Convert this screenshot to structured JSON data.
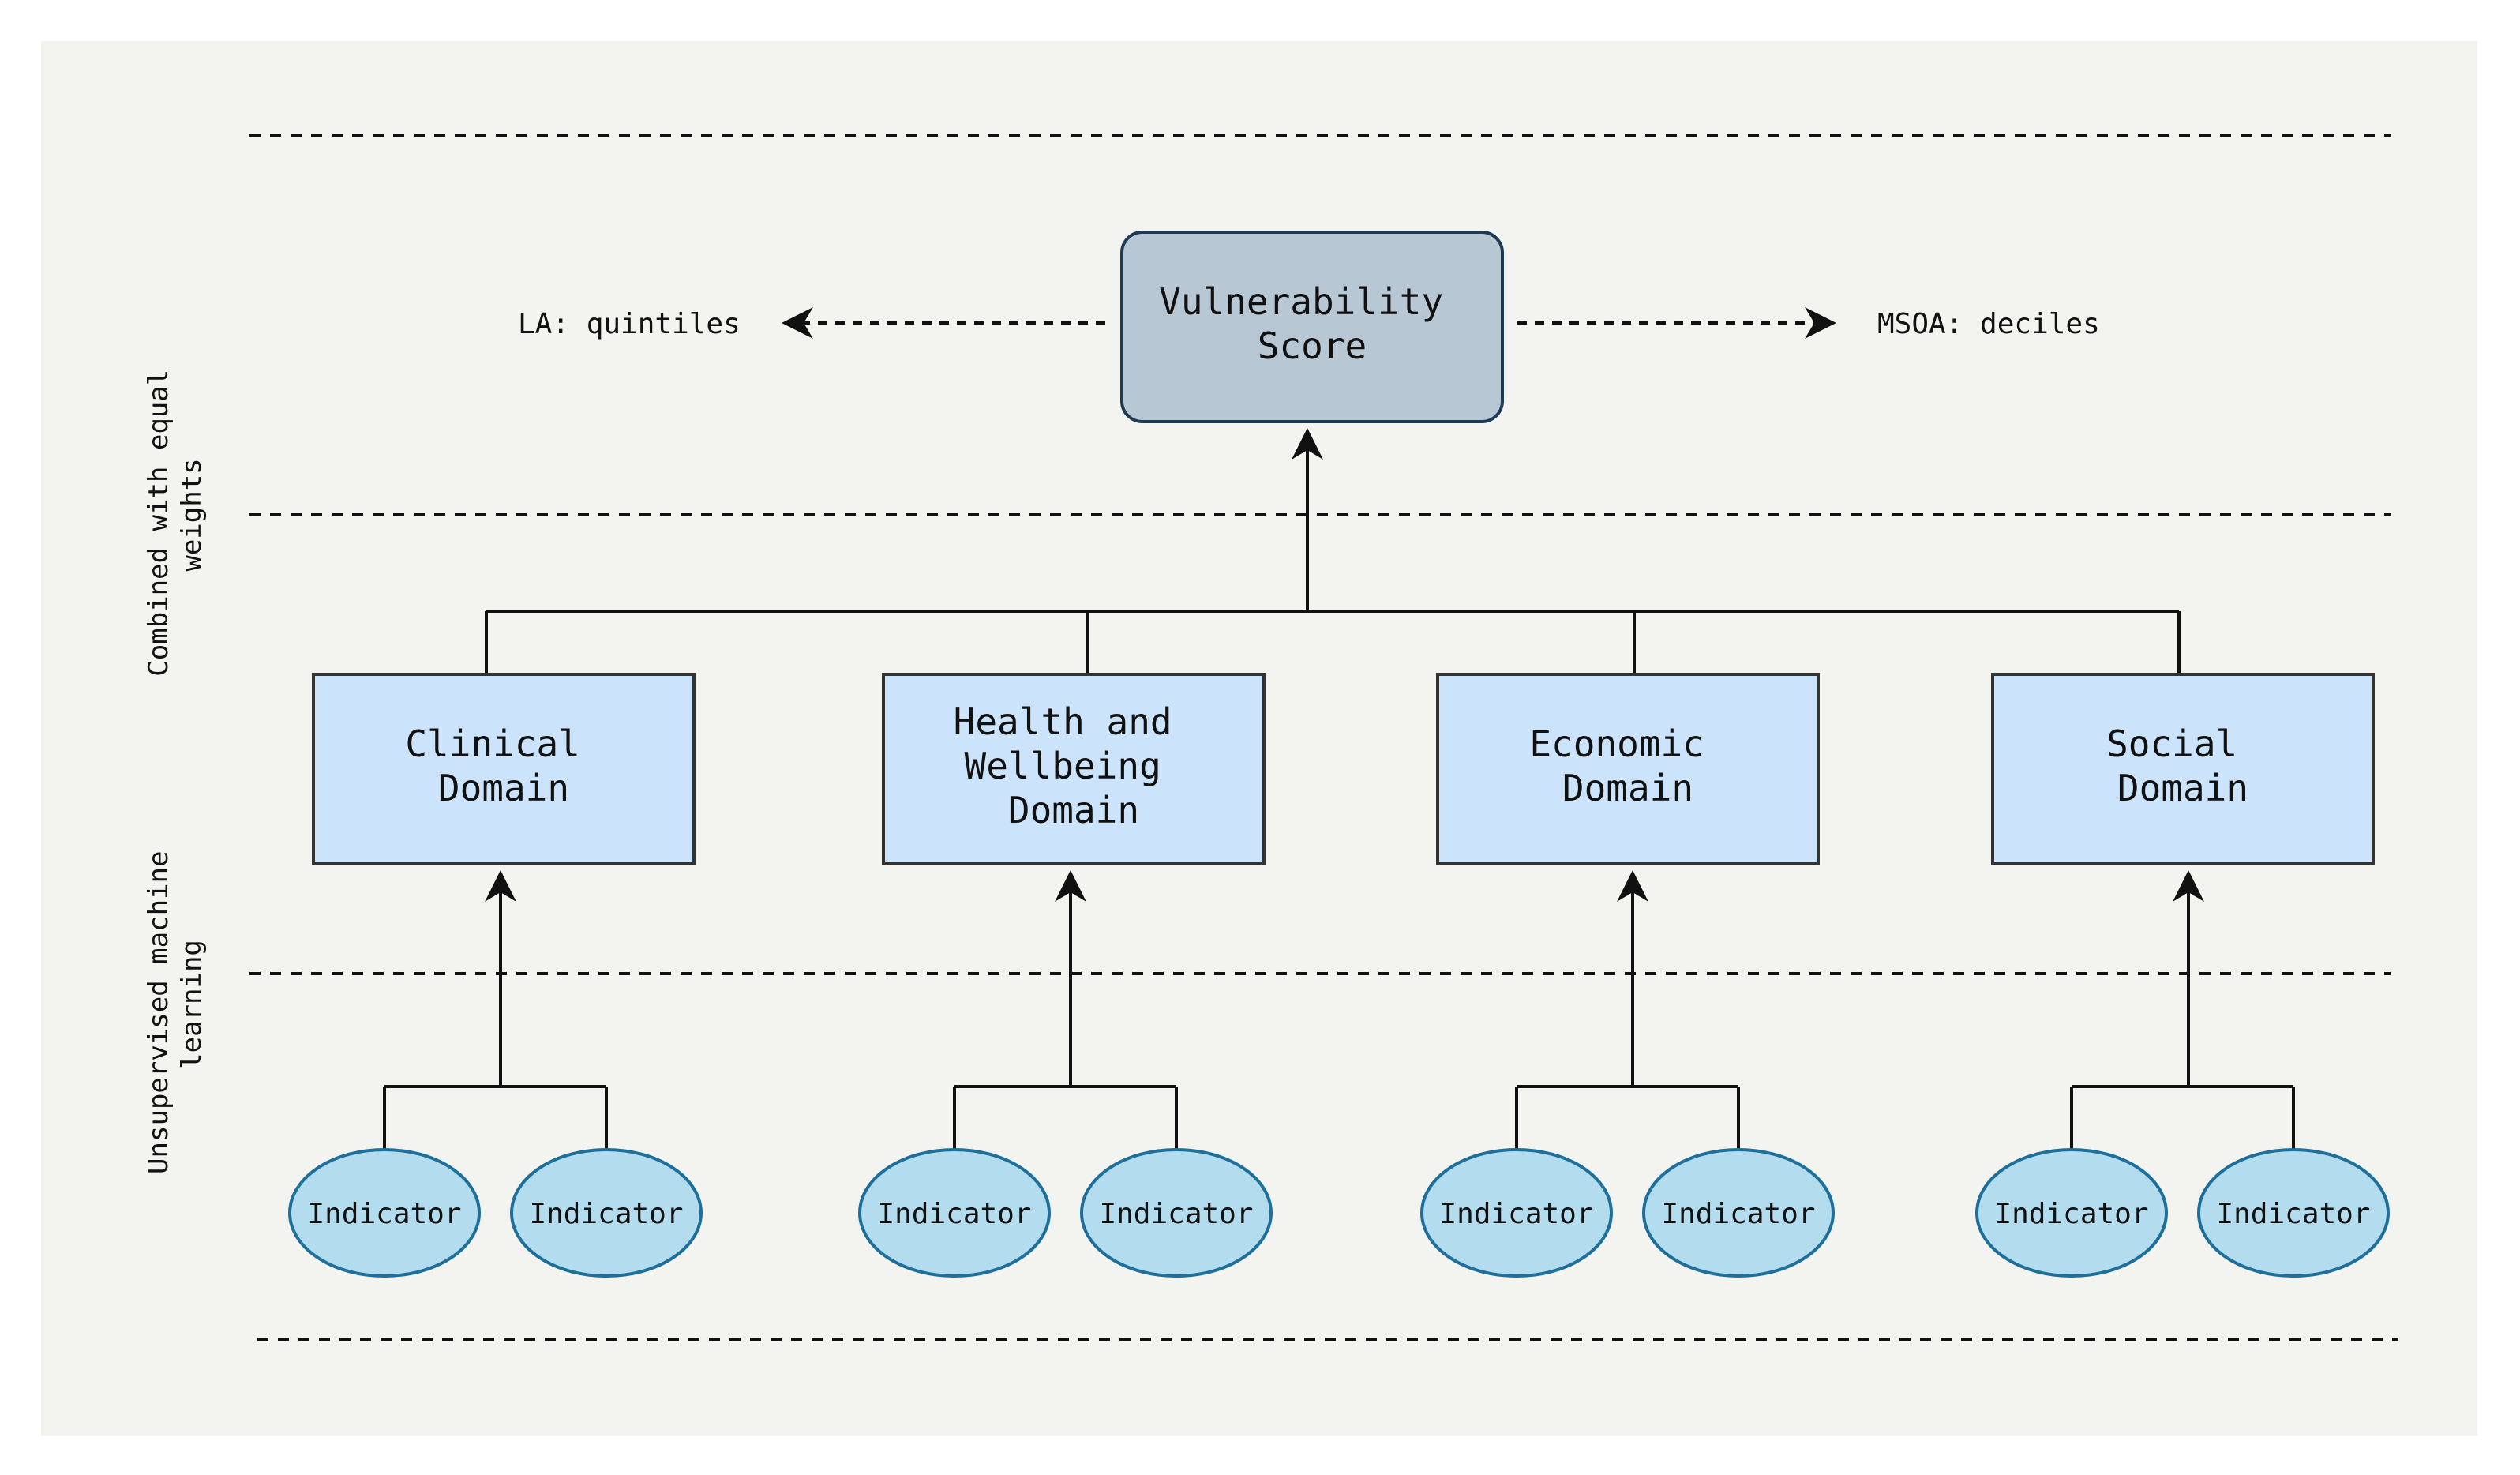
{
  "score": {
    "line1": "Vulnerability",
    "line2": "Score"
  },
  "outputs": {
    "left": "LA: quintiles",
    "right": "MSOA: deciles"
  },
  "side_labels": {
    "upper": {
      "line1": "Combined with equal",
      "line2": "weights"
    },
    "lower": {
      "line1": "Unsupervised machine",
      "line2": "learning"
    }
  },
  "domains": [
    {
      "line1": "Clinical",
      "line2": "Domain"
    },
    {
      "line1": "Health and",
      "line2": "Wellbeing",
      "line3": "Domain"
    },
    {
      "line1": "Economic",
      "line2": "Domain"
    },
    {
      "line1": "Social",
      "line2": "Domain"
    }
  ],
  "indicators": [
    "Indicator",
    "Indicator",
    "Indicator",
    "Indicator",
    "Indicator",
    "Indicator",
    "Indicator",
    "Indicator"
  ],
  "colors": {
    "background": "#f3f3f0",
    "score_fill": "#b8c7d4",
    "domain_fill": "#cce4fb",
    "indicator_fill": "#b3dcef",
    "indicator_stroke": "#1e6f9a",
    "line": "#111111"
  }
}
